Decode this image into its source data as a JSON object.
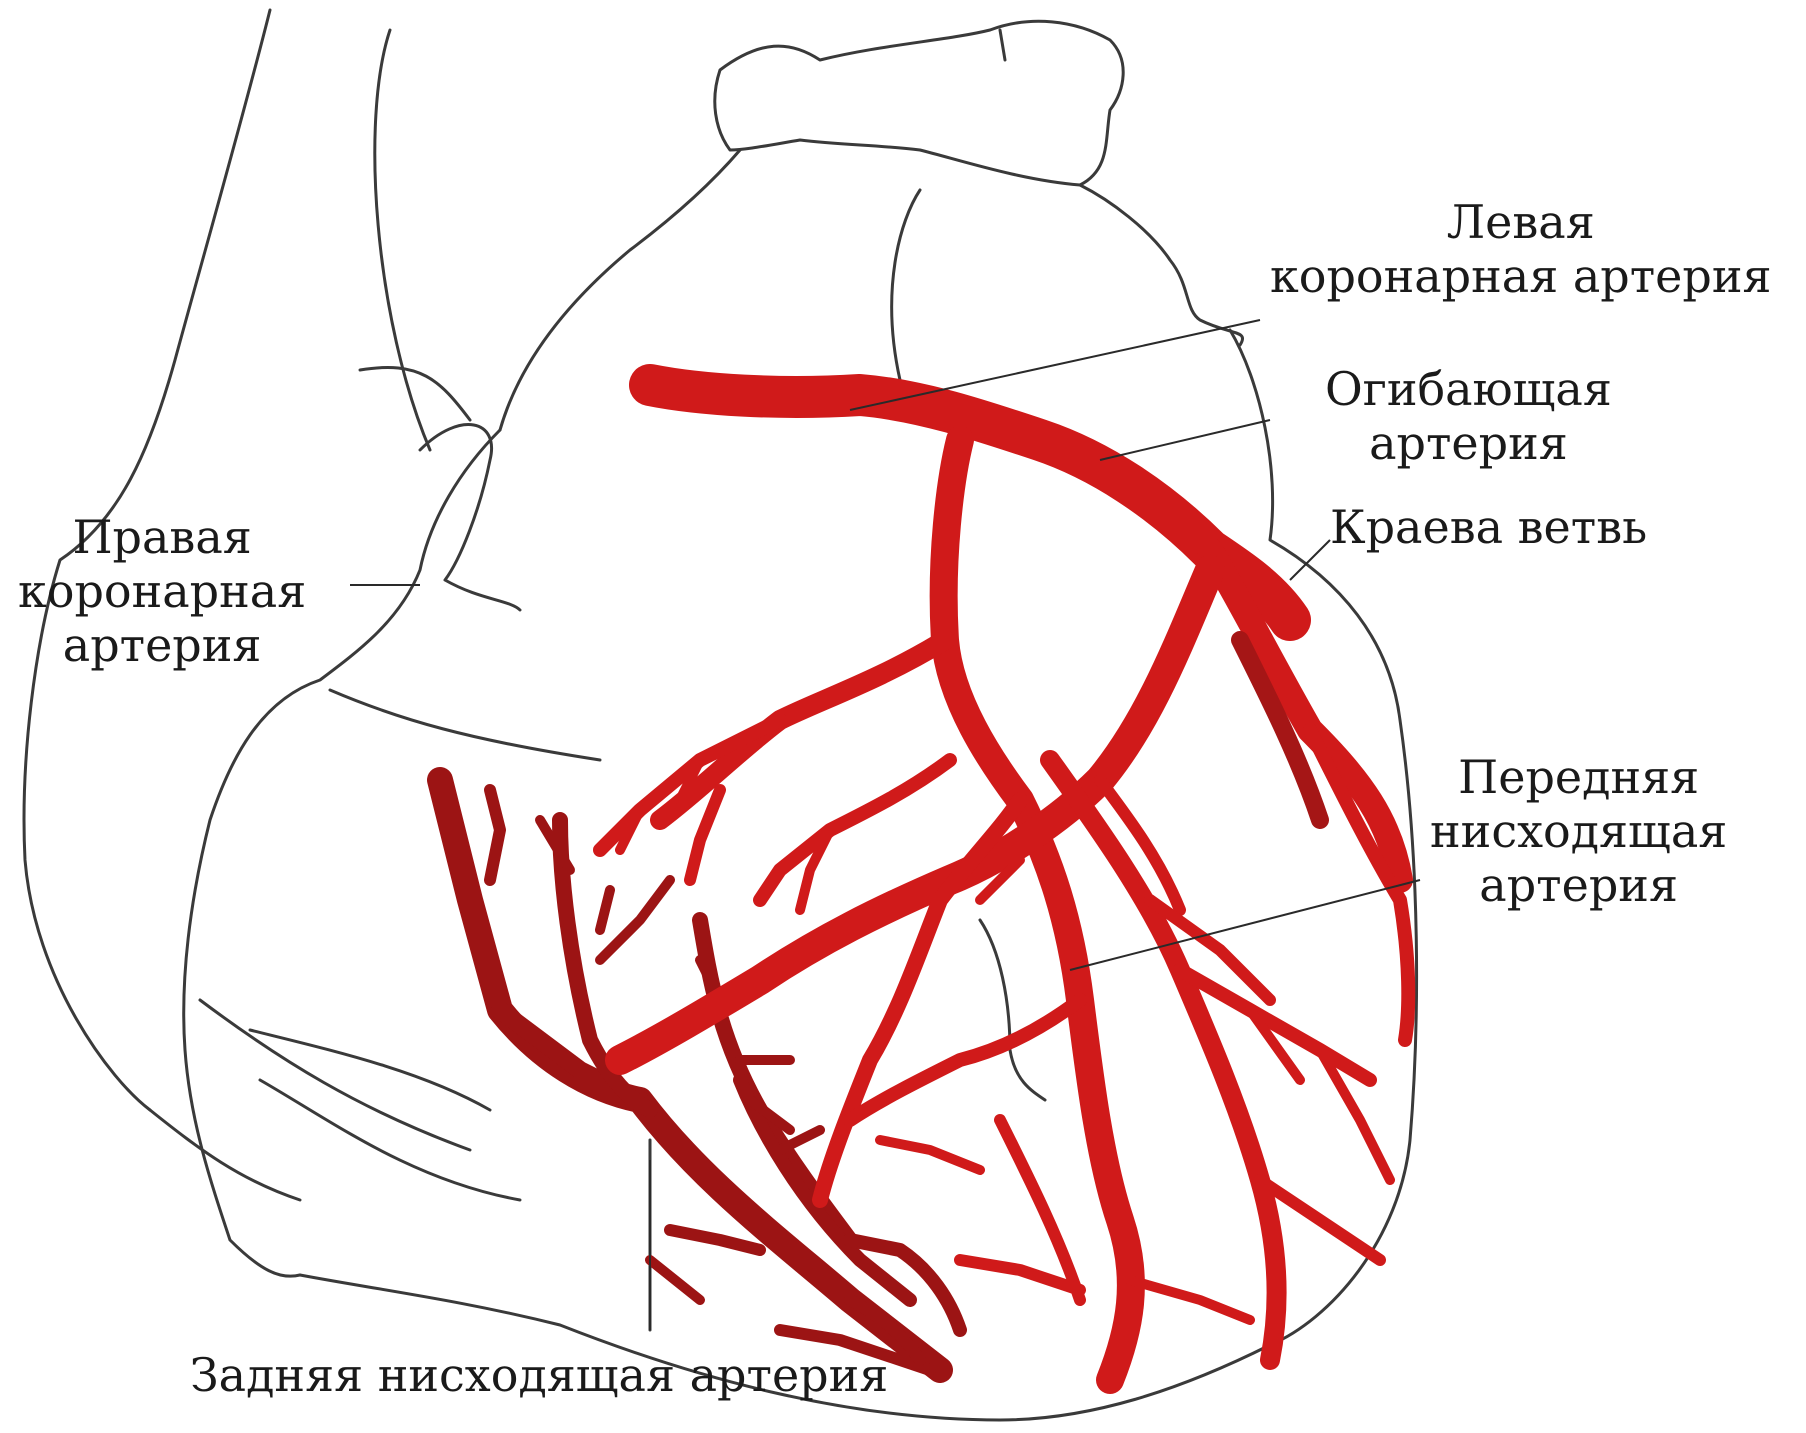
{
  "labels": {
    "left_coronary": [
      "Левая",
      "коронарная артерия"
    ],
    "circumflex": [
      "Огибающая",
      "артерия"
    ],
    "marginal": [
      "Краева ветвь"
    ],
    "right_coronary": [
      "Правая",
      "коронарная",
      "артерия"
    ],
    "anterior_descending": [
      "Передняя",
      "нисходящая",
      "артерия"
    ],
    "posterior_descending": [
      "Задняя нисходящая артерия"
    ]
  },
  "colors": {
    "outline": "#3a3a3a",
    "artery_left": "#d01a1a",
    "artery_right": "#9c1414",
    "leader_line": "#2a2a2a"
  }
}
